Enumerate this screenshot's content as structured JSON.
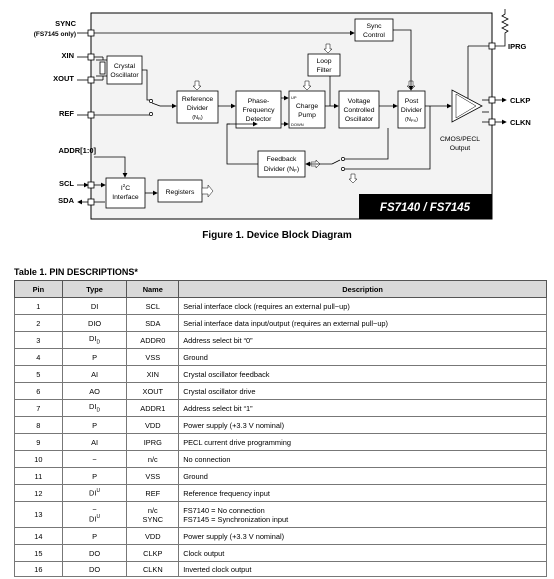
{
  "diagram": {
    "pins_left": {
      "sync": "SYNC",
      "sync_note": "(FS7145 only)",
      "xin": "XIN",
      "xout": "XOUT",
      "ref": "REF",
      "addr": "ADDR[1:0]",
      "scl": "SCL",
      "sda": "SDA"
    },
    "pins_right": {
      "iprg": "IPRG",
      "clkp": "CLKP",
      "clkn": "CLKN"
    },
    "blocks": {
      "crystal": [
        "Crystal",
        "Oscillator"
      ],
      "ref_div": [
        "Reference",
        "Divider",
        "(N",
        "R",
        ")"
      ],
      "pfd": [
        "Phase-",
        "Frequency",
        "Detector"
      ],
      "pump": [
        "Charge",
        "Pump"
      ],
      "pump_up": "UP",
      "pump_down": "DOWN",
      "loop": [
        "Loop",
        "Filter"
      ],
      "vco": [
        "Voltage",
        "Controlled",
        "Oscillator"
      ],
      "post": [
        "Post",
        "Divider",
        "(N",
        "PX",
        ")"
      ],
      "sync_ctrl": [
        "Sync",
        "Control"
      ],
      "fb_div": [
        "Feedback",
        "Divider (N",
        "F",
        ")"
      ],
      "i2c": [
        "I",
        "2",
        "C",
        "Interface"
      ],
      "registers": "Registers",
      "output": [
        "CMOS/PECL",
        "Output"
      ]
    },
    "title_box": "FS7140 / FS7145"
  },
  "figure_caption": "Figure 1. Device Block Diagram",
  "table_title": "Table 1. PIN DESCRIPTIONS*",
  "table_headers": [
    "Pin",
    "Type",
    "Name",
    "Description"
  ],
  "rows": [
    {
      "pin": "1",
      "type": "DI",
      "name": "SCL",
      "desc": "Serial interface clock (requires an external pull−up)"
    },
    {
      "pin": "2",
      "type": "DIO",
      "name": "SDA",
      "desc": "Serial interface data input/output (requires an external pull−up)"
    },
    {
      "pin": "3",
      "type": "DI",
      "type_sub": "D",
      "name": "ADDR0",
      "desc": "Address select bit “0”"
    },
    {
      "pin": "4",
      "type": "P",
      "name": "VSS",
      "desc": "Ground"
    },
    {
      "pin": "5",
      "type": "AI",
      "name": "XIN",
      "desc": "Crystal oscillator feedback"
    },
    {
      "pin": "6",
      "type": "AO",
      "name": "XOUT",
      "desc": "Crystal oscillator drive"
    },
    {
      "pin": "7",
      "type": "DI",
      "type_sub": "D",
      "name": "ADDR1",
      "desc": "Address select bit “1”"
    },
    {
      "pin": "8",
      "type": "P",
      "name": "VDD",
      "desc": "Power supply (+3.3 V nominal)"
    },
    {
      "pin": "9",
      "type": "AI",
      "name": "IPRG",
      "desc": "PECL current drive programming"
    },
    {
      "pin": "10",
      "type": "−",
      "name": "n/c",
      "desc": "No connection"
    },
    {
      "pin": "11",
      "type": "P",
      "name": "VSS",
      "desc": "Ground"
    },
    {
      "pin": "12",
      "type": "DI",
      "type_sup": "U",
      "name": "REF",
      "desc": "Reference frequency input"
    },
    {
      "pin": "13",
      "type": "−",
      "type2": "DI",
      "type2_sup": "U",
      "name": "n/c",
      "name2": "SYNC",
      "desc": "FS7140 = No connection",
      "desc2": "FS7145 = Synchronization input"
    },
    {
      "pin": "14",
      "type": "P",
      "name": "VDD",
      "desc": "Power supply (+3.3 V nominal)"
    },
    {
      "pin": "15",
      "type": "DO",
      "name": "CLKP",
      "desc": "Clock output"
    },
    {
      "pin": "16",
      "type": "DO",
      "name": "CLKN",
      "desc": "Inverted clock output"
    }
  ]
}
